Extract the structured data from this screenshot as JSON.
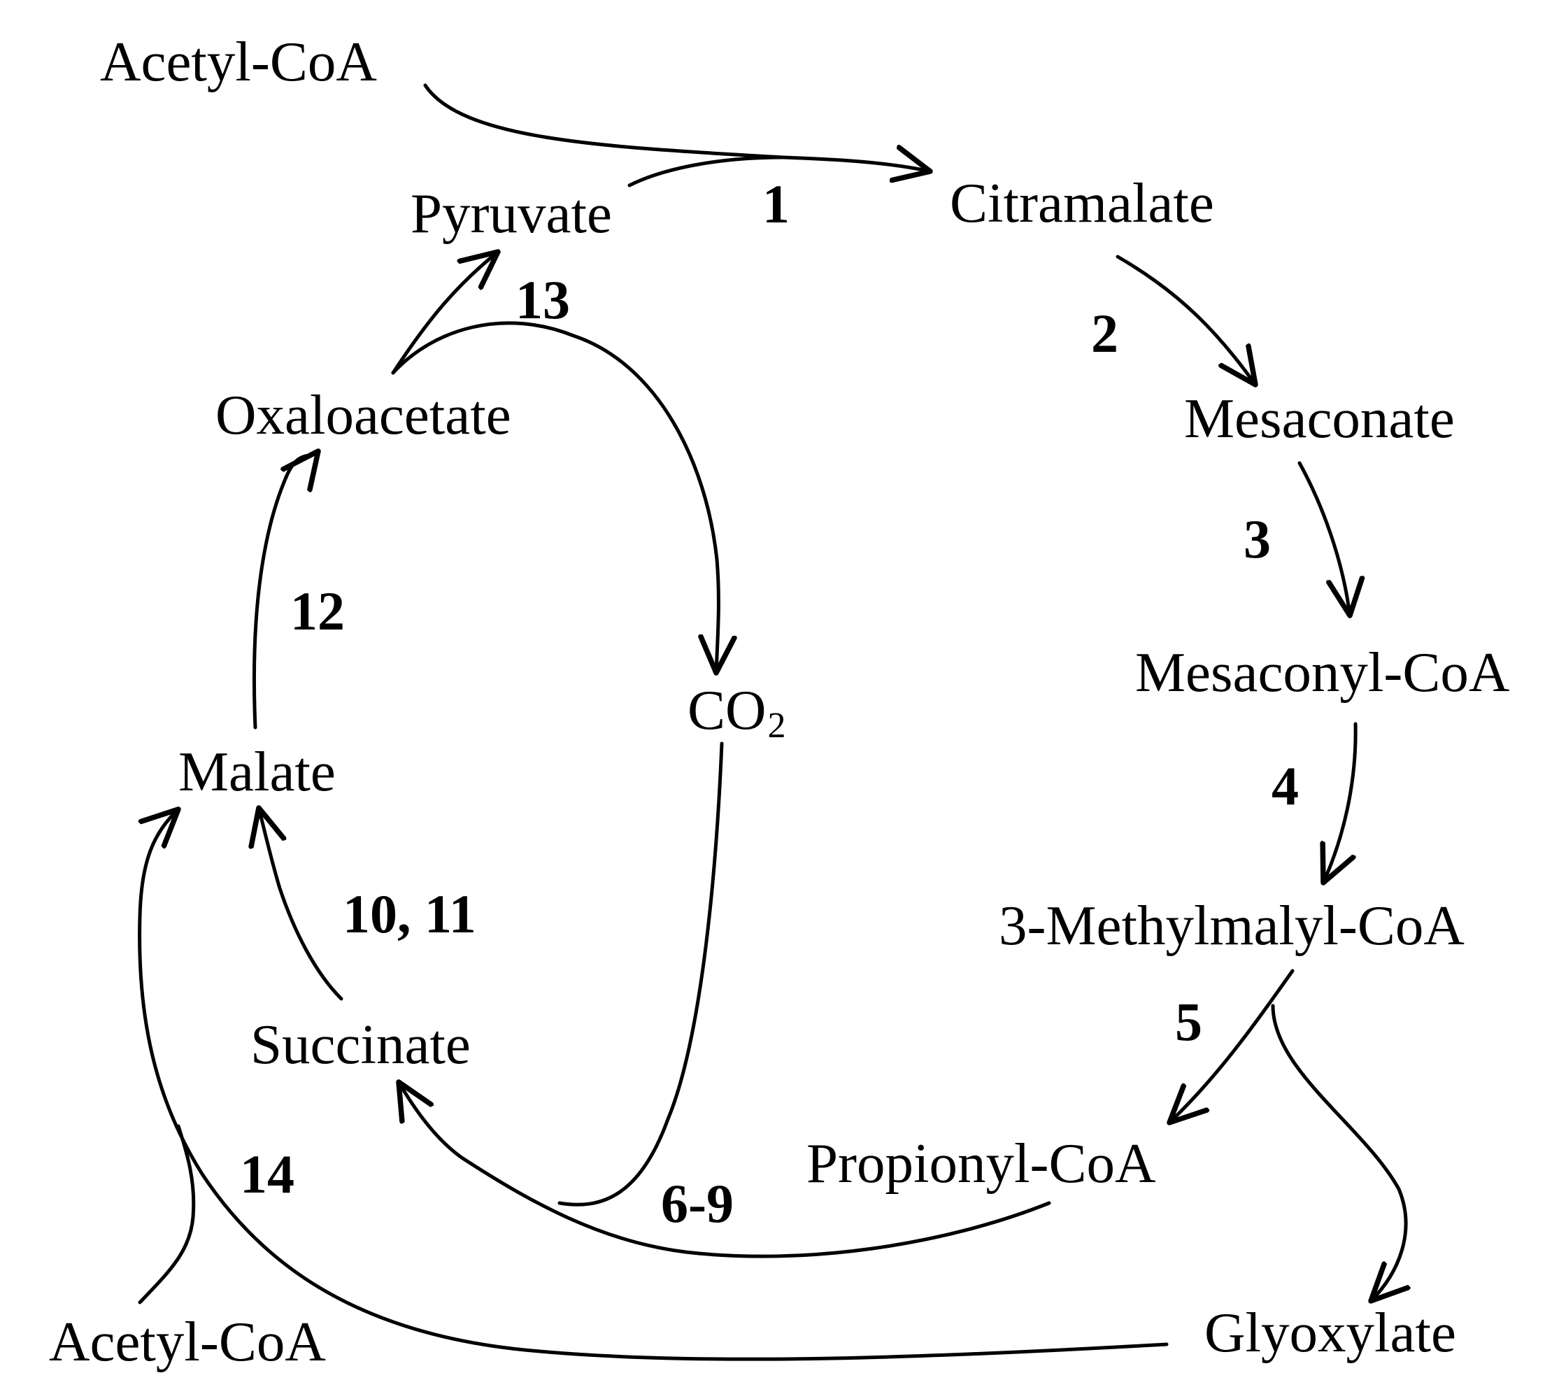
{
  "diagram": {
    "nodes": {
      "acetyl_coa_top": "Acetyl-CoA",
      "citramalate": "Citramalate",
      "mesaconate": "Mesaconate",
      "mesaconyl_coa": "Mesaconyl-CoA",
      "methylmalyl_coa": "3-Methylmalyl-CoA",
      "propionyl_coa": "Propionyl-CoA",
      "glyoxylate": "Glyoxylate",
      "acetyl_coa_bottom": "Acetyl-CoA",
      "succinate": "Succinate",
      "malate": "Malate",
      "oxaloacetate": "Oxaloacetate",
      "pyruvate": "Pyruvate",
      "co2_main": "CO",
      "co2_sub": "2"
    },
    "steps": {
      "s1": "1",
      "s2": "2",
      "s3": "3",
      "s4": "4",
      "s5": "5",
      "s6_9": "6-9",
      "s10_11": "10, 11",
      "s12": "12",
      "s13": "13",
      "s14": "14"
    }
  }
}
